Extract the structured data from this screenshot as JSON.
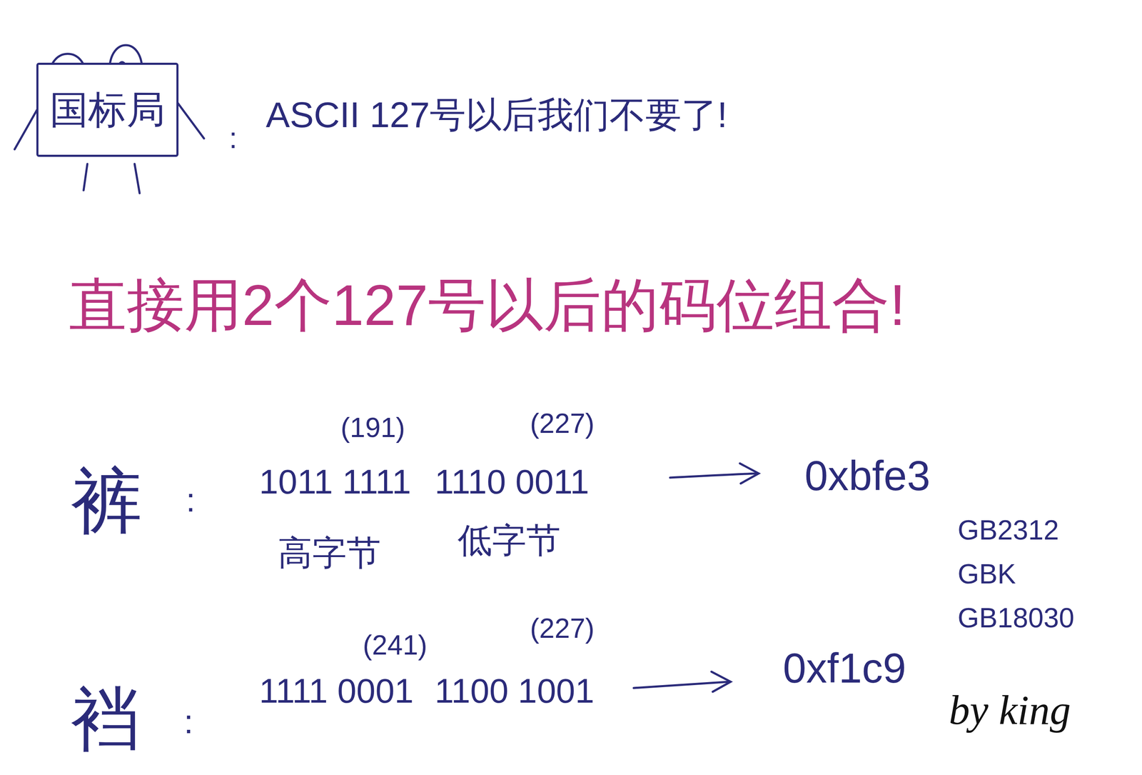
{
  "diagram": {
    "nodes": [
      {
        "text": [
          "国标局"
        ]
      }
    ],
    "labels": [
      ":",
      "ASCII 127号以后我们不要了!",
      "直接用2个127号以后的码位组合!",
      "(191)",
      "(227)",
      "裤",
      ":",
      "1011 1111",
      "1110 0011",
      "0xbfe3",
      "高字节",
      "低字节",
      "GB2312",
      "GBK",
      "GB18030",
      "(241)",
      "(227)",
      "裆",
      ":",
      "1111 0001",
      "1100 1001",
      "0xf1c9",
      "by king"
    ]
  }
}
